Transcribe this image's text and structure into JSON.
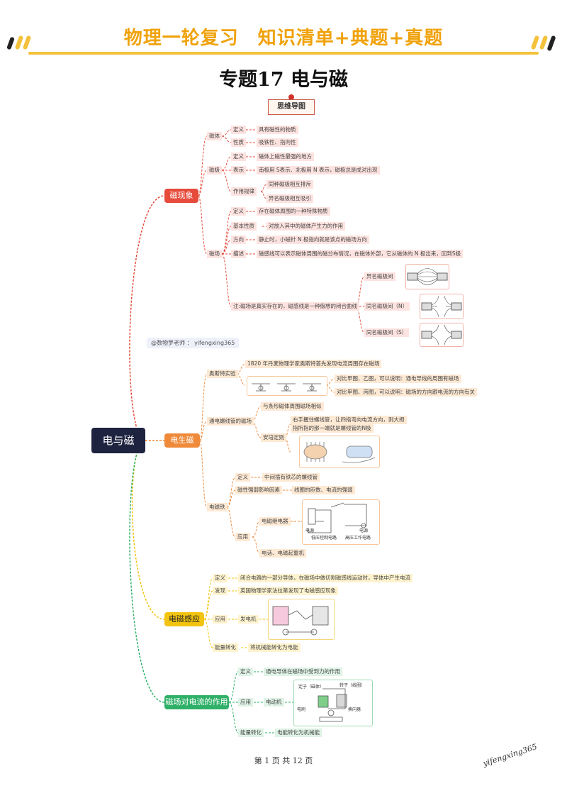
{
  "header": {
    "title": "物理一轮复习　知识清单+典题+真题",
    "subtitle": "专题17  电与磁",
    "mindmap_badge": "思维导图"
  },
  "root": "电与磁",
  "watermark": "@数物罗老师 ： yifengxing365",
  "branches": {
    "b1": {
      "label": "磁现象",
      "cizhi": {
        "label": "磁体",
        "def_k": "定义",
        "def_v": "具有磁性的物质",
        "prop_k": "性质",
        "prop_v": "吸铁性、指向性"
      },
      "ciji": {
        "label": "磁极",
        "def_k": "定义",
        "def_v": "磁体上磁性最强的地方",
        "rep_k": "表示",
        "rep_v": "南极用 S表示、北极用 N 表示，磁极总是成对出现",
        "rule_k": "作用规律",
        "rule_1": "同种磁极相互排斥",
        "rule_2": "异名磁极相互吸引"
      },
      "cichang": {
        "label": "磁场",
        "def_k": "定义",
        "def_v": "存在磁体周围的一种特殊物质",
        "prop_k": "基本性质",
        "prop_v": "对放入其中的磁体产生力的作用",
        "dir_k": "方向",
        "dir_v": "静止时，小磁针 N 极指向就是该点的磁场方向",
        "desc_k": "描述",
        "desc_v": "磁感线可以表示磁体周围的磁分布情况，在磁体外部，它从磁体的 N 极出来，回到S极",
        "note": "注:磁场是真实存在的，磁感线是一种假想的闭合曲线",
        "img1": "异名磁极间",
        "img2": "同名磁极间（N）",
        "img3": "同名磁极间（S）"
      }
    },
    "b2": {
      "label": "电生磁",
      "oersted": {
        "label": "奥斯特实验",
        "fact": "1820 年丹麦物理学家奥斯特首先发现电流周围存在磁场",
        "c1": "对比甲图、乙图，可以说明：通电导线的周围有磁场",
        "c2": "对比甲图、丙图，可以说明：磁场的方向跟电流的方向有关"
      },
      "solenoid": {
        "label": "通电螺线管的磁场",
        "s1": "与条形磁体周围磁场相似",
        "rule": "安培定则",
        "rule_text_1": "右手握住螺线管，让四指弯向电流方向，则大拇",
        "rule_text_2": "指所指的那一端就是螺线管的N极"
      },
      "em": {
        "label": "电磁铁",
        "def_k": "定义",
        "def_v": "中间插有铁芯的螺线管",
        "fac_k": "磁性强弱影响因素",
        "fac_v": "线圈的匝数、电流的强弱",
        "app": "应用",
        "relay": "电磁继电器",
        "relay_a": "低压控制电路",
        "relay_b": "高压工作电路",
        "relay_c": "电源",
        "relay_d": "电源",
        "other": "电话、电磁起重机"
      }
    },
    "b3": {
      "label": "电磁感应",
      "def_k": "定义",
      "def_v": "闭合电路的一部分导体，在磁场中做切割磁感线运动时，导体中产生电流",
      "disc_k": "发现",
      "disc_v": "英国物理学家法拉第发现了电磁感应现象",
      "app_k": "应用",
      "app_v": "发电机",
      "en_k": "能量转化",
      "en_v": "将机械能转化为电能"
    },
    "b4": {
      "label": "磁场对电流的作用",
      "def_k": "定义",
      "def_v": "通电导体在磁场中受到力的作用",
      "app_k": "应用",
      "app_v": "电动机",
      "en_k": "能量转化",
      "en_v": "电能转化为机械能",
      "m1": "定子（磁体）",
      "m2": "转子（线圈）",
      "m3": "电刷",
      "m4": "换向器"
    }
  },
  "footer": "第 1 页 共 12 页",
  "signature": "yifengxing365",
  "colors": {
    "accent": "#f0a20a",
    "red": "#e64a3b",
    "orange": "#ef8a3a",
    "yellow": "#f2c40f",
    "green": "#2fb068",
    "root": "#1e2340"
  }
}
